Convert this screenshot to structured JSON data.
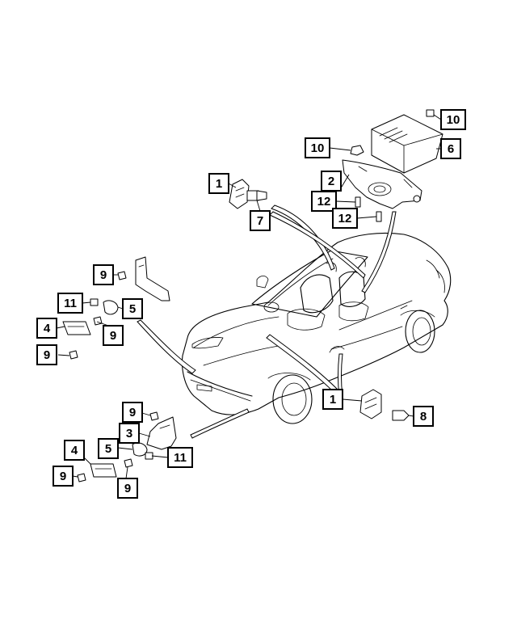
{
  "callouts": [
    {
      "id": "c1a",
      "label": "1"
    },
    {
      "id": "c1b",
      "label": "1"
    },
    {
      "id": "c2",
      "label": "2"
    },
    {
      "id": "c3",
      "label": "3"
    },
    {
      "id": "c4a",
      "label": "4"
    },
    {
      "id": "c4b",
      "label": "4"
    },
    {
      "id": "c5a",
      "label": "5"
    },
    {
      "id": "c5b",
      "label": "5"
    },
    {
      "id": "c6",
      "label": "6"
    },
    {
      "id": "c7",
      "label": "7"
    },
    {
      "id": "c8",
      "label": "8"
    },
    {
      "id": "c9a",
      "label": "9"
    },
    {
      "id": "c9b",
      "label": "9"
    },
    {
      "id": "c9c",
      "label": "9"
    },
    {
      "id": "c9d",
      "label": "9"
    },
    {
      "id": "c9e",
      "label": "9"
    },
    {
      "id": "c9f",
      "label": "9"
    },
    {
      "id": "c10a",
      "label": "10"
    },
    {
      "id": "c10b",
      "label": "10"
    },
    {
      "id": "c11a",
      "label": "11"
    },
    {
      "id": "c11b",
      "label": "11"
    },
    {
      "id": "c12a",
      "label": "12"
    },
    {
      "id": "c12b",
      "label": "12"
    }
  ]
}
